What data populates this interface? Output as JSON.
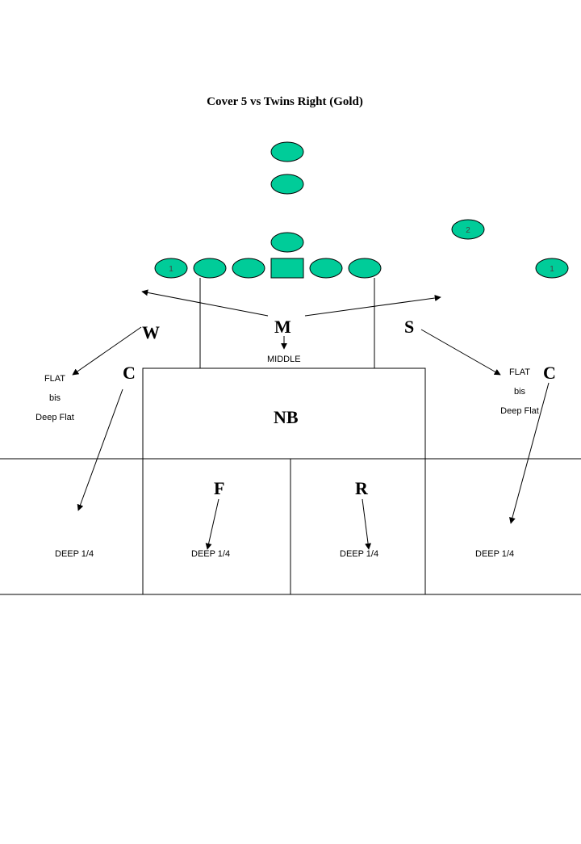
{
  "title": "Cover 5 vs Twins Right (Gold)",
  "colors": {
    "player_fill": "#00CC99",
    "line": "#000000"
  },
  "offense": {
    "receiver_left_label": "1",
    "receiver_slot_right_label": "2",
    "receiver_right_label": "1"
  },
  "defense": {
    "w": "W",
    "m": "M",
    "s": "S",
    "c_left": "C",
    "c_right": "C",
    "nb": "NB",
    "f": "F",
    "r": "R"
  },
  "zones": {
    "middle": "MIDDLE",
    "flat_left": [
      "FLAT",
      "bis",
      "Deep Flat"
    ],
    "flat_right": [
      "FLAT",
      "bis",
      "Deep Flat"
    ],
    "deep": [
      "DEEP 1/4",
      "DEEP 1/4",
      "DEEP 1/4",
      "DEEP 1/4"
    ]
  }
}
